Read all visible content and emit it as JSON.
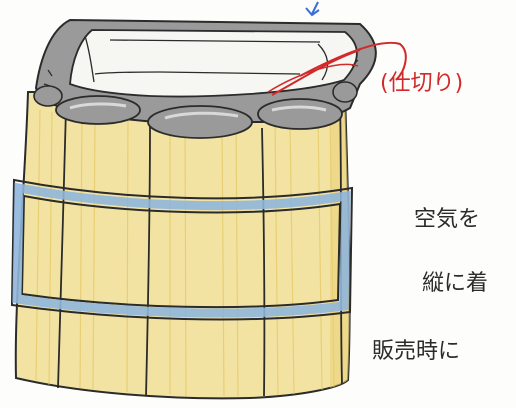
{
  "sketch": {
    "partition_label": "(仕切り)",
    "side_notes": [
      "空気を",
      "縦に着",
      "販売時に"
    ]
  },
  "colors": {
    "paper": "#fdfdfb",
    "pencil": "#2b2b2b",
    "wood_fill": "#f3e3a3",
    "wood_shade": "#e9cf75",
    "rim_gray": "#8a8a8a",
    "band_blue": "#8fb6dc",
    "annotation_red": "#d22a2a",
    "arrow_blue": "#3b6fd6"
  }
}
